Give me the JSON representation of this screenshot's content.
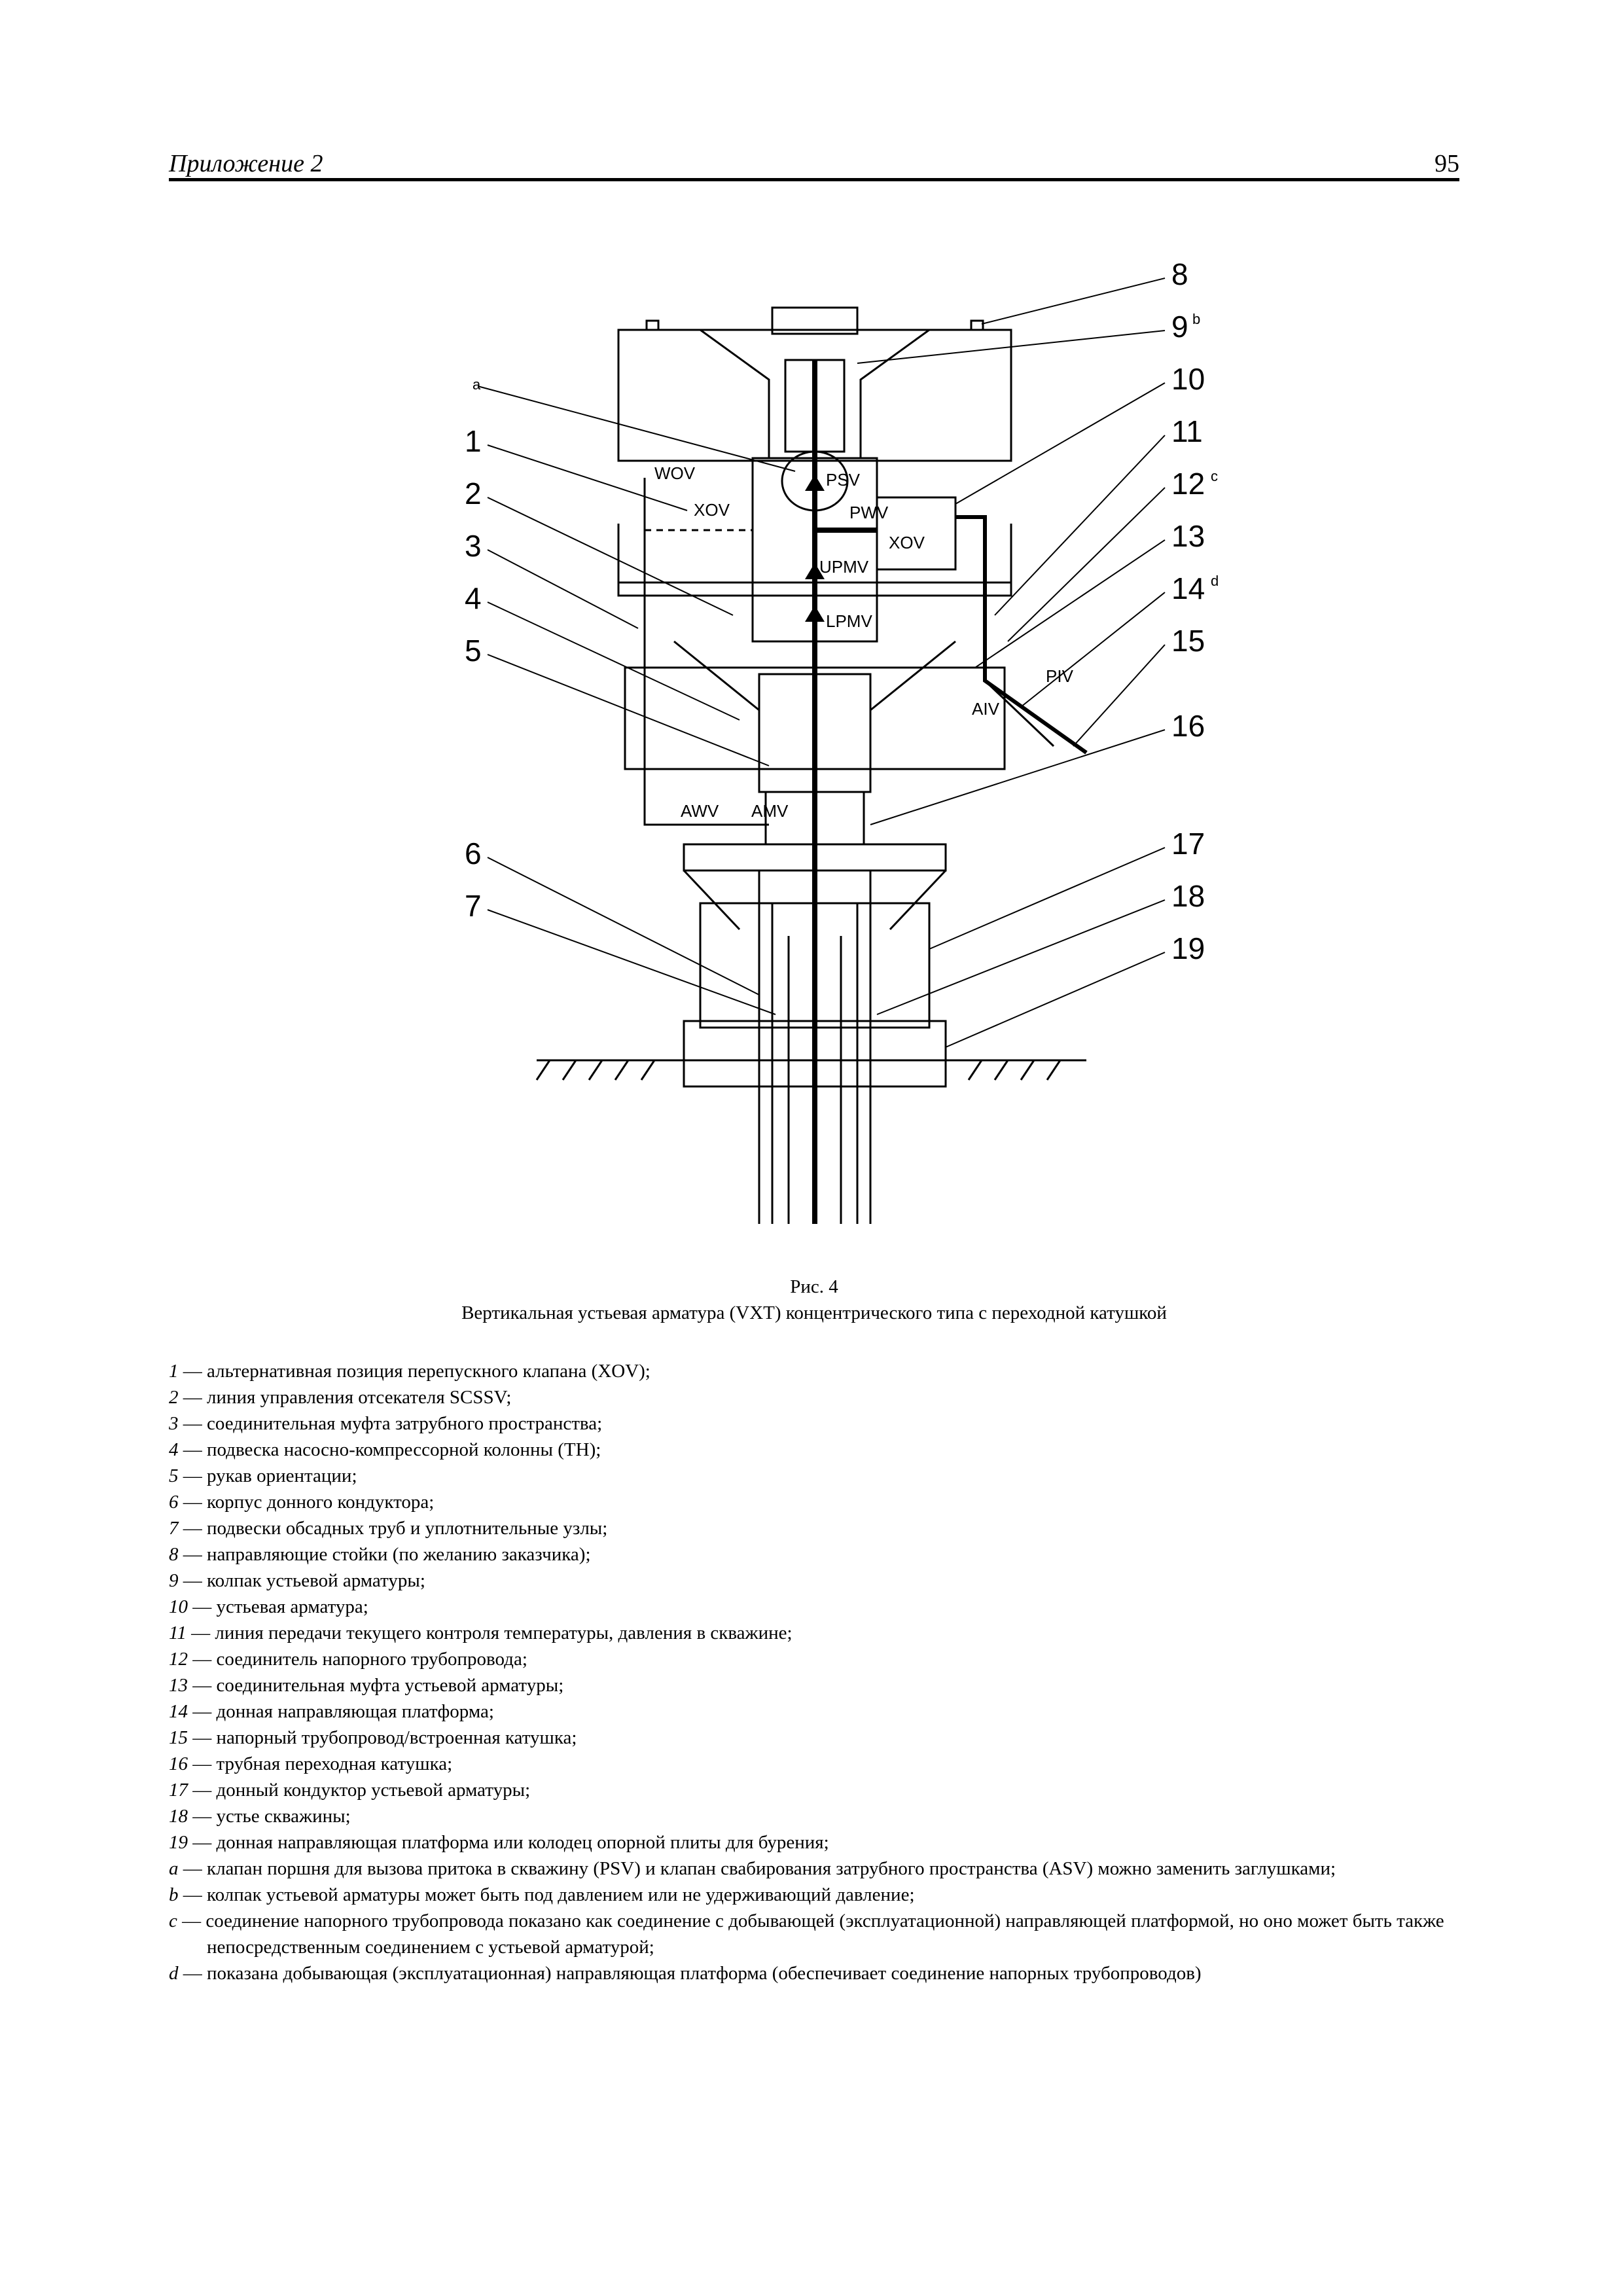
{
  "header": {
    "left": "Приложение 2",
    "page_number": "95"
  },
  "figure": {
    "callout_numbers": [
      "1",
      "2",
      "3",
      "4",
      "5",
      "6",
      "7",
      "8",
      "9",
      "10",
      "11",
      "12",
      "13",
      "14",
      "15",
      "16",
      "17",
      "18",
      "19"
    ],
    "callout_superscripts": {
      "a": "a",
      "b": "b",
      "c": "c",
      "d": "d"
    },
    "valve_labels": {
      "wov": "WOV",
      "xov_left": "XOV",
      "psv": "PSV",
      "pwv": "PWV",
      "xov_right": "XOV",
      "upmv": "UPMV",
      "lpmv": "LPMV",
      "piv": "PIV",
      "aiv": "AIV",
      "awv": "AWV",
      "amv": "AMV"
    }
  },
  "caption": {
    "number": "Рис. 4",
    "title": "Вертикальная устьевая арматура (VXT) концентрического типа с переходной катушкой"
  },
  "legend": [
    {
      "key": "1",
      "text": " — альтернативная позиция перепускного клапана (XOV);"
    },
    {
      "key": "2",
      "text": " — линия управления отсекателя SCSSV;"
    },
    {
      "key": "3",
      "text": " — соединительная муфта затрубного пространства;"
    },
    {
      "key": "4",
      "text": " — подвеска насосно-компрессорной колонны (TH);"
    },
    {
      "key": "5",
      "text": " — рукав ориентации;"
    },
    {
      "key": "6",
      "text": " — корпус донного кондуктора;"
    },
    {
      "key": "7",
      "text": " — подвески обсадных труб и уплотнительные узлы;"
    },
    {
      "key": "8",
      "text": " — направляющие стойки (по желанию заказчика);"
    },
    {
      "key": "9",
      "text": " — колпак устьевой арматуры;"
    },
    {
      "key": "10",
      "text": " — устьевая арматура;"
    },
    {
      "key": "11",
      "text": " — линия передачи текущего контроля температуры, давления в скважине;"
    },
    {
      "key": "12",
      "text": " — соединитель напорного трубопровода;"
    },
    {
      "key": "13",
      "text": " — соединительная муфта устьевой арматуры;"
    },
    {
      "key": "14",
      "text": " — донная направляющая платформа;"
    },
    {
      "key": "15",
      "text": " — напорный трубопровод/встроенная катушка;"
    },
    {
      "key": "16",
      "text": " — трубная переходная катушка;"
    },
    {
      "key": "17",
      "text": " — донный кондуктор устьевой арматуры;"
    },
    {
      "key": "18",
      "text": " — устье скважины;"
    },
    {
      "key": "19",
      "text": " — донная направляющая платформа или колодец опорной плиты для бурения;"
    },
    {
      "key": "a",
      "text": " — клапан поршня для вызова притока в скважину (PSV) и клапан свабирования затрубного пространства (ASV) можно заменить заглушками;"
    },
    {
      "key": "b",
      "text": " — колпак устьевой арматуры может быть под давлением или не удерживающий давление;"
    },
    {
      "key": "c",
      "text": " — соединение напорного трубопровода показано как соединение с добывающей (эксплуатационной) направляющей платформой, но оно может быть также непосредственным соединением с устьевой арматурой;"
    },
    {
      "key": "d",
      "text": " — показана добывающая (эксплуатационная) направляющая платформа (обеспечивает соединение напорных трубопроводов)"
    }
  ]
}
